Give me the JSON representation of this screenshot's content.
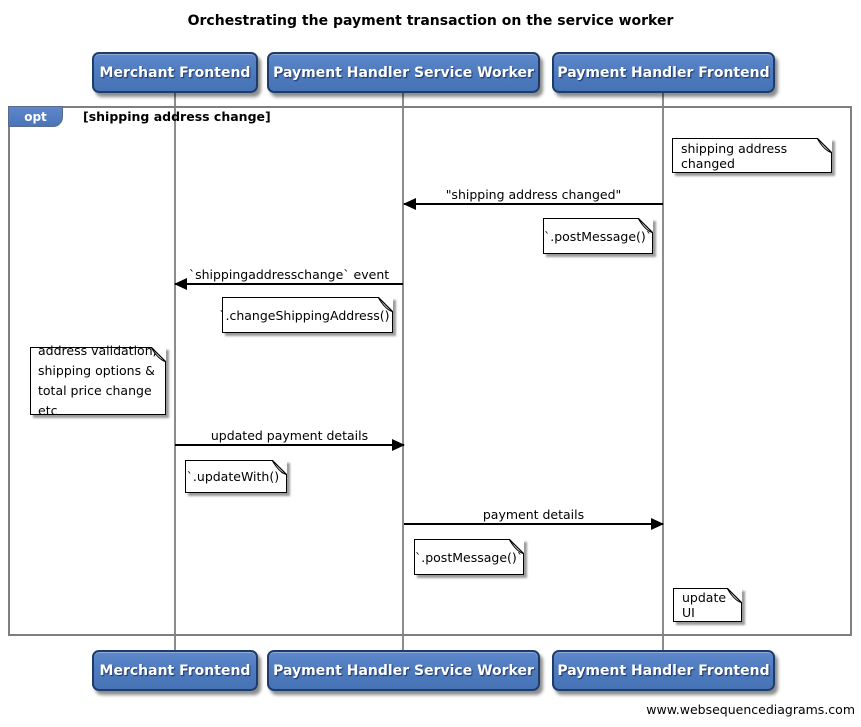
{
  "title": "Orchestrating the payment transaction on the service worker",
  "watermark": "www.websequencediagrams.com",
  "colors": {
    "actor_fill": "#4F7BC0",
    "actor_border": "#1D3C69",
    "actor_text": "#FFFFFF",
    "frame_border": "#7F7F7F",
    "lifeline": "#8C8C8C",
    "note_fill": "#FFFFFF",
    "note_border": "#000000",
    "arrow": "#000000"
  },
  "actors": [
    {
      "label": "Merchant Frontend"
    },
    {
      "label": "Payment Handler Service Worker"
    },
    {
      "label": "Payment Handler Frontend"
    }
  ],
  "frame": {
    "operator": "opt",
    "condition": "[shipping address change]"
  },
  "messages": [
    {
      "label": "\"shipping address changed\"",
      "from": "Payment Handler Frontend",
      "to": "Payment Handler Service Worker"
    },
    {
      "label": "`shippingaddresschange` event",
      "from": "Payment Handler Service Worker",
      "to": "Merchant Frontend"
    },
    {
      "label": "updated payment details",
      "from": "Merchant Frontend",
      "to": "Payment Handler Service Worker"
    },
    {
      "label": "payment details",
      "from": "Payment Handler Service Worker",
      "to": "Payment Handler Frontend"
    }
  ],
  "notes": [
    {
      "text": "shipping address changed"
    },
    {
      "text": "`.postMessage()`"
    },
    {
      "text": "`.changeShippingAddress()`"
    },
    {
      "text": "address validation,\nshipping options &\ntotal price change etc"
    },
    {
      "text": "`.updateWith()`"
    },
    {
      "text": "`.postMessage()`"
    },
    {
      "text": "update UI"
    }
  ]
}
